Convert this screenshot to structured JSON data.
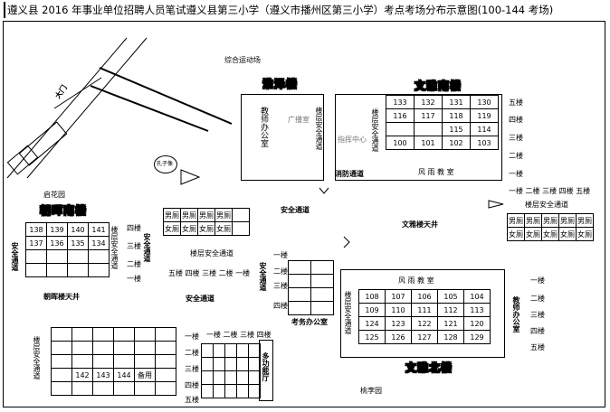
{
  "title": "遵义县 2016 年事业单位招聘人员笔试遵义县第三小学（遵义市播州区第三小学）考点考场分布示意图(100-144 考场)",
  "labels": {
    "sports_field": "综合运动场",
    "gate": "大门",
    "garden": "启花园",
    "zhaohui_south": "朝晖南楼",
    "zhaohui_well": "朝晖楼天井",
    "huaize": "淮泽楼",
    "wenya_south": "文雅南楼",
    "wenya_north": "文雅北楼",
    "wenya_well": "文雅楼天井",
    "safety": "安全通道",
    "safety_v": "安全通道",
    "stairs_v": "楼层安全通道",
    "fire": "消防通道",
    "teacher_office": "教师办公室",
    "exam_office": "考务办公室",
    "multi_hall": "多功能厅",
    "windrain": "风 雨 教 室",
    "orchard": "桃李园",
    "reserve": "备用",
    "grade_center": "指挥中心",
    "broadcast": "广播室",
    "kongzi": "孔子像"
  },
  "floors": {
    "f1": "一楼",
    "f2": "二楼",
    "f3": "三楼",
    "f4": "四楼",
    "f5": "五楼"
  },
  "restrooms": {
    "m": "男厕",
    "f": "女厕"
  },
  "rooms": {
    "zh_row1": [
      "138",
      "139",
      "140",
      "141"
    ],
    "zh_row2": [
      "137",
      "136",
      "135",
      "134"
    ],
    "ws_row1": [
      "133",
      "132",
      "131",
      "130"
    ],
    "ws_row2": [
      "116",
      "117",
      "118",
      "119"
    ],
    "ws_row3": [
      "",
      "",
      "115",
      "114"
    ],
    "ws_row4": [
      "100",
      "101",
      "102",
      "103"
    ],
    "wn_row1": [
      "108",
      "107",
      "106",
      "105",
      "104"
    ],
    "wn_row2": [
      "109",
      "110",
      "111",
      "112",
      "113"
    ],
    "wn_row3": [
      "124",
      "123",
      "122",
      "121",
      "120"
    ],
    "wn_row4": [
      "125",
      "126",
      "127",
      "128",
      "129"
    ],
    "bot_row": [
      "142",
      "143",
      "144"
    ]
  }
}
